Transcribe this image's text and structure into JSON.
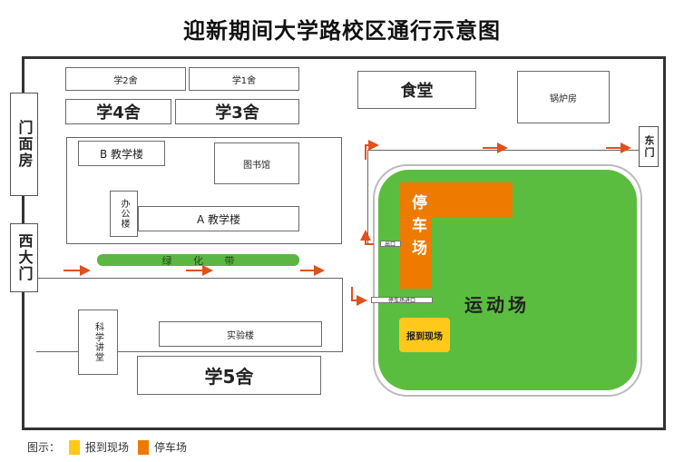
{
  "title": "迎新期间大学路校区通行示意图",
  "buildings": {
    "dorm2": "学2舍",
    "dorm1": "学1舍",
    "dorm4": "学4舍",
    "dorm3": "学3舍",
    "canteen": "食堂",
    "boiler": "锅炉房",
    "teach_b": "B 教学楼",
    "library": "图书馆",
    "office": "办公楼",
    "teach_a": "A 教学楼",
    "green_belt": [
      "绿",
      "化",
      "带"
    ],
    "science_hall": "科学讲堂",
    "lab": "实验楼",
    "dorm5": "学5舍",
    "playground": "运动场",
    "parking": "停车场",
    "registration": "报到现场",
    "exit_label": "出口",
    "parking_entrance_label": "停车场进口"
  },
  "gates": {
    "front_house": "门面房",
    "west_gate": "西大门",
    "east_gate": "东门"
  },
  "legend": {
    "prefix": "图示：",
    "items": [
      {
        "label": "报到现场",
        "color": "#ffc81a"
      },
      {
        "label": "停车场",
        "color": "#ee7a00"
      }
    ]
  },
  "colors": {
    "arrow": "#e0501e",
    "green": "#5bbd3f",
    "parking": "#ee7a00",
    "registration": "#ffc81a"
  }
}
